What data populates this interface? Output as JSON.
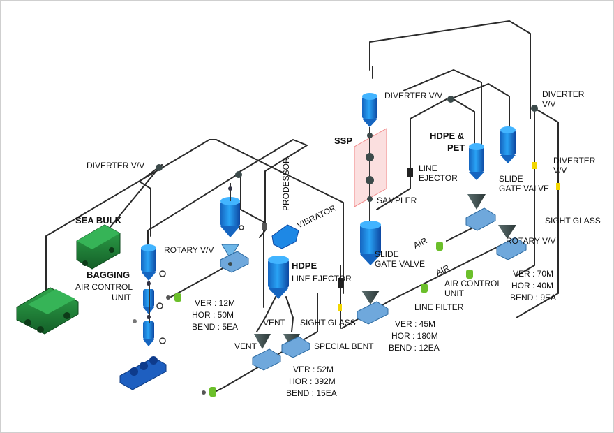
{
  "colors": {
    "pipe": "#2a2a2a",
    "silo": "#1e88e5",
    "silo_dark": "#1565c0",
    "truck": "#1f8a3a",
    "truck_dark": "#12642a",
    "valve": "#3c4a4a",
    "frame": "#6fa8dc",
    "ssp_box": "#f28b8b",
    "sight_glass": "#f2d600",
    "air_unit": "#6bbf2a"
  },
  "labels": {
    "sea_bulk": "SEA BULK",
    "bagging": "BAGGING",
    "air_control_unit_1": "AIR CONTROL",
    "air_control_unit_2": "UNIT",
    "diverter_left": "DIVERTER V/V",
    "rotary_left": "ROTARY V/V",
    "prodessor": "PRODESSOR",
    "vibrator": "VIBRATOR",
    "hdpe": "HDPE",
    "line_ejector_mid": "LINE EJECTOR",
    "vent_upper": "VENT",
    "vent_lower": "VENT",
    "sight_glass_mid": "SIGHT GLASS",
    "special_bent": "SPECIAL BENT",
    "ssp": "SSP",
    "line_1": "LINE",
    "ejector": "EJECTOR",
    "sampler": "SAMPLER",
    "slide_1": "SLIDE",
    "gate_valve_1": "GATE VALVE",
    "diverter_top": "DIVERTER V/V",
    "hdpe_pet_1": "HDPE &",
    "hdpe_pet_2": "PET",
    "slide_2": "SLIDE",
    "gate_valve_2": "GATE VALVE",
    "diverter_right_1": "DIVERTER",
    "diverter_right_2": "V/V",
    "diverter_far_1": "DIVERTER",
    "diverter_far_2": "V/V",
    "sight_glass_right": "SIGHT GLASS",
    "air_1": "AIR",
    "air_2": "AIR",
    "rotary_right": "ROTARY V/V",
    "air_control_right_1": "AIR CONTROL",
    "air_control_right_2": "UNIT",
    "line_filter": "LINE FILTER"
  },
  "specs": {
    "a": {
      "ver": "VER : 12M",
      "hor": "HOR : 50M",
      "bend": "BEND : 5EA"
    },
    "b": {
      "ver": "VER : 52M",
      "hor": "HOR : 392M",
      "bend": "BEND : 15EA"
    },
    "c": {
      "ver": "VER : 45M",
      "hor": "HOR : 180M",
      "bend": "BEND : 12EA"
    },
    "d": {
      "ver": "VER : 70M",
      "hor": "HOR : 40M",
      "bend": "BEND : 9EA"
    }
  }
}
